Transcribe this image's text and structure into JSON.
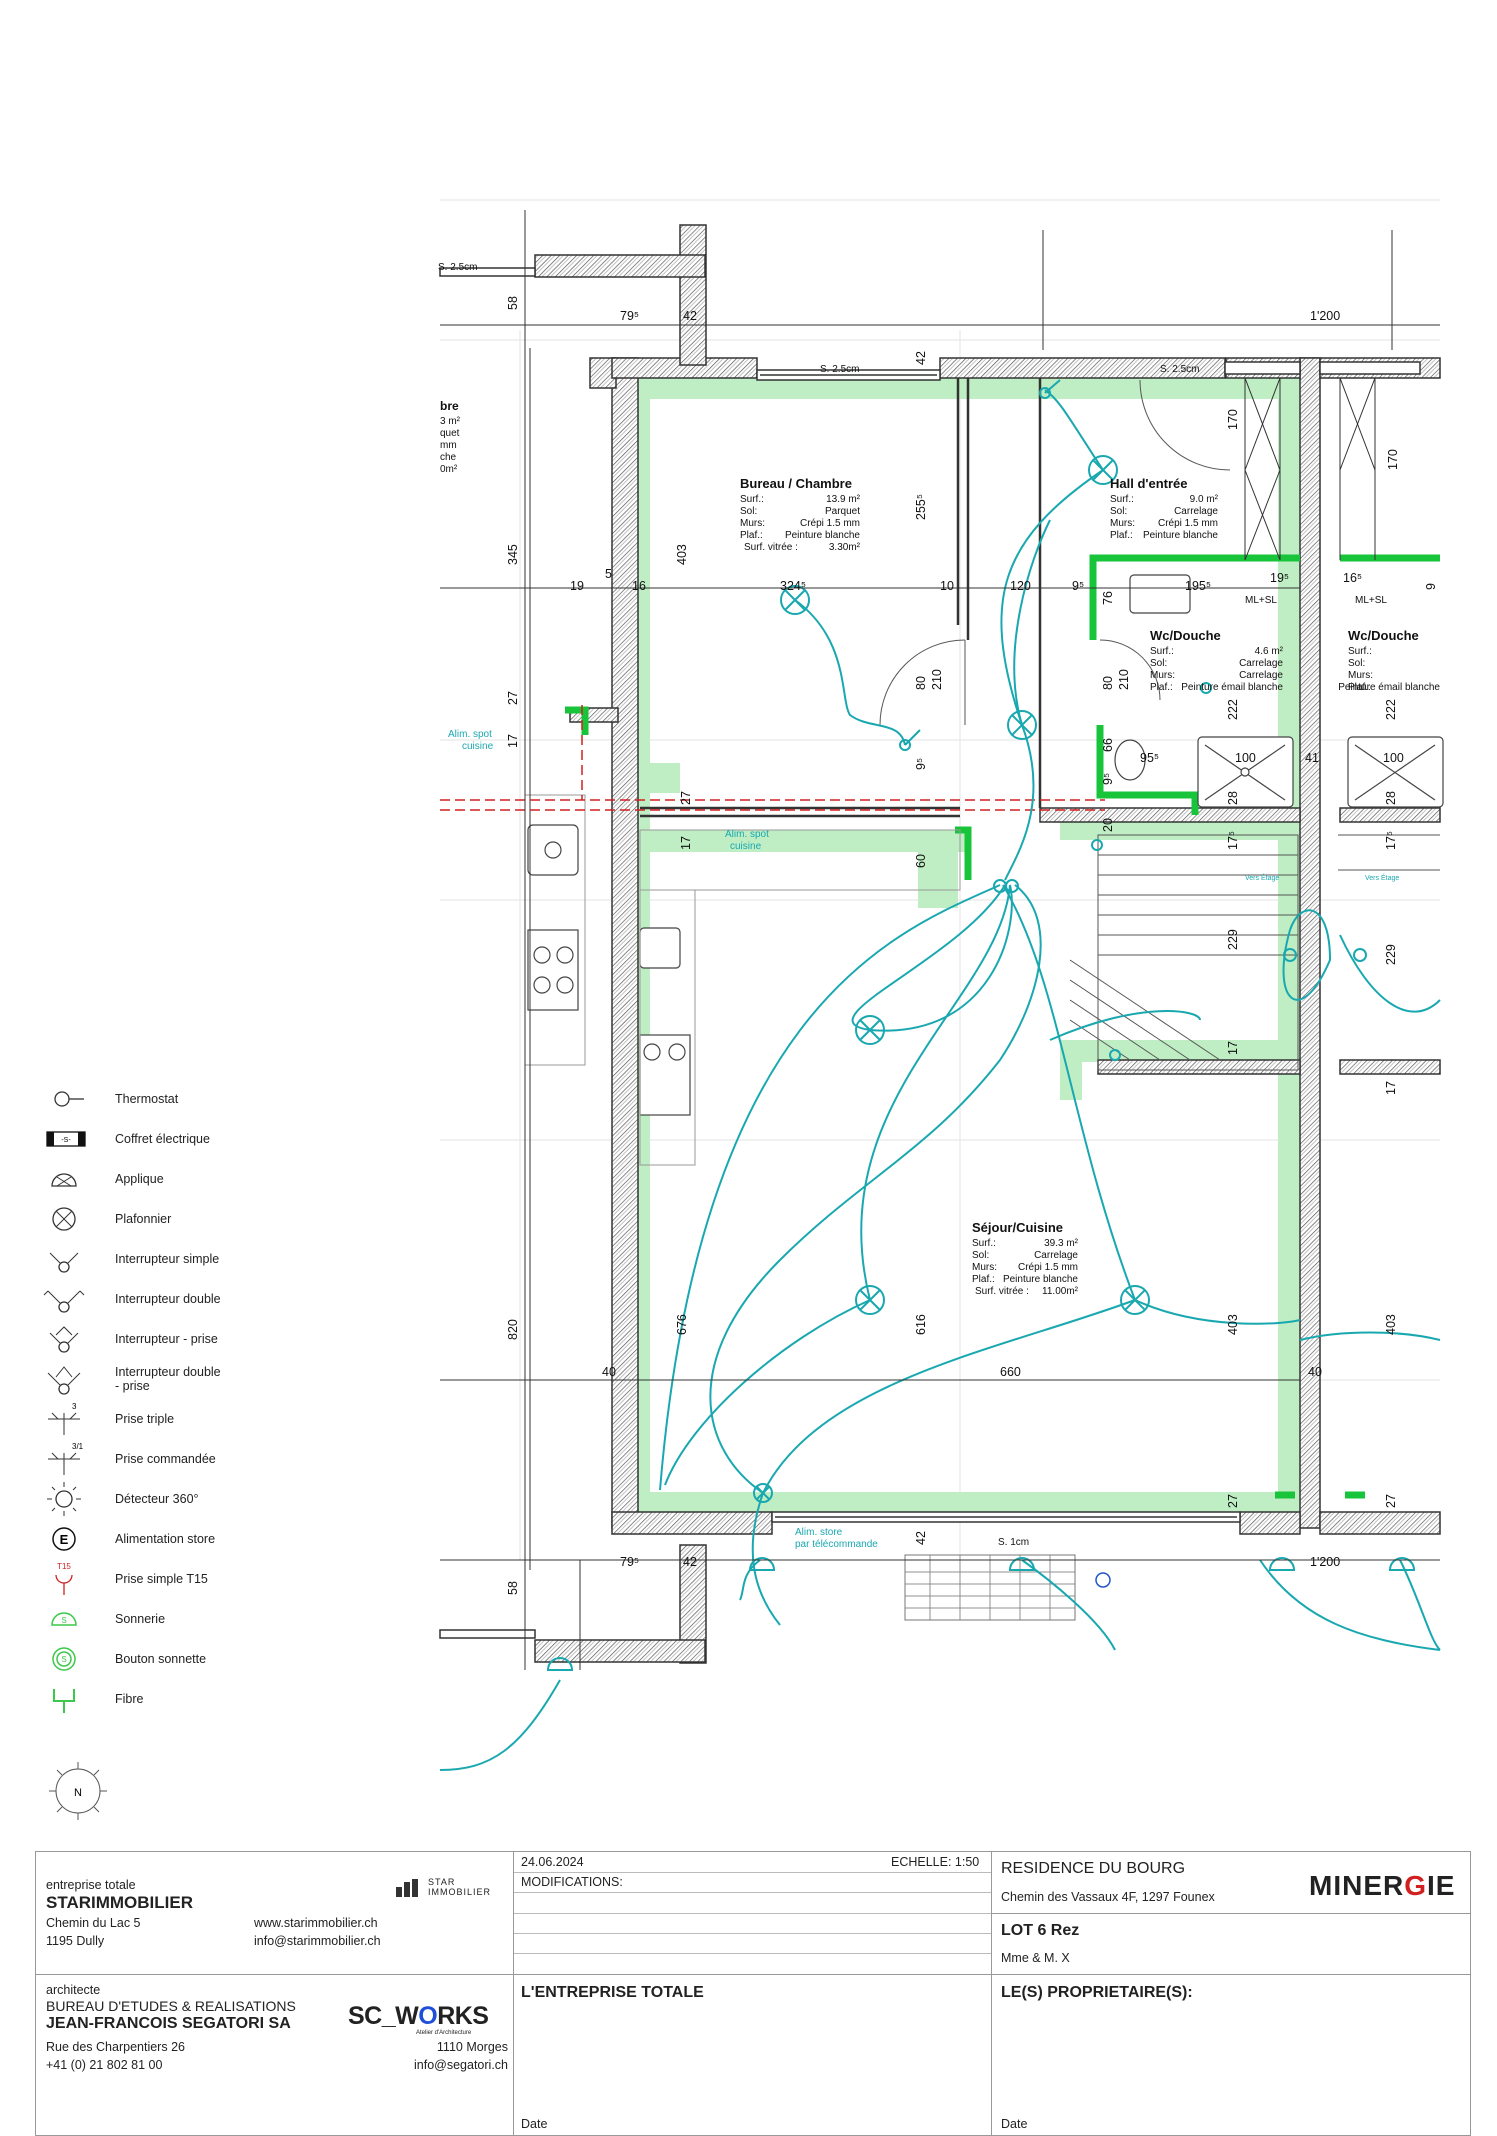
{
  "rooms": {
    "bureau": {
      "name": "Bureau / Chambre",
      "lines": [
        [
          "Surf.:",
          "13.9 m²"
        ],
        [
          "Sol:",
          "Parquet"
        ],
        [
          "Murs:",
          "Crépi 1.5 mm"
        ],
        [
          "Plaf.:",
          "Peinture blanche"
        ],
        [
          "Surf. vitrée :",
          "3.30m²"
        ]
      ]
    },
    "hall": {
      "name": "Hall d'entrée",
      "lines": [
        [
          "Surf.:",
          "9.0 m²"
        ],
        [
          "Sol:",
          "Carrelage"
        ],
        [
          "Murs:",
          "Crépi 1.5 mm"
        ],
        [
          "Plaf.:",
          "Peinture blanche"
        ]
      ]
    },
    "wc": {
      "name": "Wc/Douche",
      "lines": [
        [
          "Surf.:",
          "4.6 m²"
        ],
        [
          "Sol:",
          "Carrelage"
        ],
        [
          "Murs:",
          "Carrelage"
        ],
        [
          "Plaf.:",
          "Peinture émail blanche"
        ]
      ]
    },
    "wc2": {
      "name": "Wc/Douche",
      "lines": [
        [
          "Surf.:",
          ""
        ],
        [
          "Sol:",
          ""
        ],
        [
          "Murs:",
          ""
        ],
        [
          "Plaf.:",
          "Peinture émail blanche"
        ]
      ]
    },
    "sejour": {
      "name": "Séjour/Cuisine",
      "lines": [
        [
          "Surf.:",
          "39.3 m²"
        ],
        [
          "Sol:",
          "Carrelage"
        ],
        [
          "Murs:",
          "Crépi 1.5 mm"
        ],
        [
          "Plaf.:",
          "Peinture blanche"
        ],
        [
          "Surf. vitrée :",
          "11.00m²"
        ]
      ]
    },
    "cut": {
      "name": "bre",
      "lines": [
        "3 m²",
        "quet",
        "mm",
        "che",
        "0m²"
      ]
    }
  },
  "dims": [
    "58",
    "79⁵",
    "42",
    "1'200",
    "S. 2.5cm",
    "S. 2.5cm",
    "S. 2.5cm",
    "42",
    "170",
    "170",
    "345",
    "19",
    "5",
    "16",
    "403",
    "255⁵",
    "324⁵",
    "10",
    "120",
    "9⁵",
    "76",
    "195⁵",
    "19⁵",
    "16⁵",
    "9",
    "ML+SL",
    "ML+SL",
    "27",
    "17",
    "80",
    "210",
    "80",
    "210",
    "222",
    "222",
    "66",
    "95⁵",
    "100",
    "100",
    "9⁵",
    "9⁵",
    "41",
    "28",
    "28",
    "27",
    "17",
    "20",
    "17⁵",
    "17⁵",
    "60",
    "229",
    "229",
    "17",
    "17",
    "820",
    "676",
    "616",
    "403",
    "403",
    "660",
    "40",
    "40",
    "27",
    "27",
    "79⁵",
    "42",
    "1'200",
    "S. 1cm",
    "58",
    "42"
  ],
  "annotations": {
    "alim_spot_1": "Alim. spot",
    "cuisine_1": "cuisine",
    "alim_spot_2": "Alim. spot",
    "cuisine_2": "cuisine",
    "alim_store": "Alim. store",
    "par_tele": "par télécommande",
    "vers_etage_1": "Vers Étage",
    "vers_etage_2": "Vers Étage"
  },
  "legend": [
    {
      "icon": "thermostat-icon",
      "label": "Thermostat"
    },
    {
      "icon": "electrical-box-icon",
      "label": "Coffret électrique"
    },
    {
      "icon": "wall-light-icon",
      "label": "Applique"
    },
    {
      "icon": "ceiling-light-icon",
      "label": "Plafonnier"
    },
    {
      "icon": "single-switch-icon",
      "label": "Interrupteur simple"
    },
    {
      "icon": "double-switch-icon",
      "label": "Interrupteur double"
    },
    {
      "icon": "switch-socket-icon",
      "label": "Interrupteur - prise"
    },
    {
      "icon": "double-switch-socket-icon",
      "label": "Interrupteur double\n- prise"
    },
    {
      "icon": "triple-socket-icon",
      "label": "Prise triple"
    },
    {
      "icon": "controlled-socket-icon",
      "label": "Prise commandée"
    },
    {
      "icon": "detector-360-icon",
      "label": "Détecteur 360°"
    },
    {
      "icon": "store-supply-icon",
      "label": "Alimentation store"
    },
    {
      "icon": "t15-socket-icon",
      "label": "Prise simple T15"
    },
    {
      "icon": "bell-icon",
      "label": "Sonnerie"
    },
    {
      "icon": "doorbell-button-icon",
      "label": "Bouton sonnette"
    },
    {
      "icon": "fiber-icon",
      "label": "Fibre"
    }
  ],
  "legend_marks": {
    "triple": "3",
    "controlled": "3/1",
    "store": "E",
    "t15": "T15",
    "bell": "S"
  },
  "titleblock": {
    "company_role": "entreprise totale",
    "company_name": "STARIMMOBILIER",
    "company_addr1": "Chemin du Lac 5",
    "company_addr2": "1195  Dully",
    "company_web": "www.starimmobilier.ch",
    "company_mail": "info@starimmobilier.ch",
    "star_logo1": "STAR",
    "star_logo2": "IMMOBILIER",
    "architect_role": "architecte",
    "architect_l1": "BUREAU D'ETUDES & REALISATIONS",
    "architect_l2": "JEAN-FRANCOIS SEGATORI SA",
    "architect_addr": "Rue des Charpentiers 26",
    "architect_tel": "+41 (0) 21 802 81 00",
    "architect_city": "1110 Morges",
    "architect_mail": "info@segatori.ch",
    "sc_logo_a": "SC_W",
    "sc_logo_o": "O",
    "sc_logo_b": "RKS",
    "sc_sub": "Atelier d'Architecture",
    "date": "24.06.2024",
    "echelle": "ECHELLE: 1:50",
    "modifications": "MODIFICATIONS:",
    "entreprise_totale": "L'ENTREPRISE TOTALE",
    "date_label_1": "Date",
    "project": "RESIDENCE DU BOURG",
    "project_addr": "Chemin des Vassaux 4F, 1297 Founex",
    "lot": "LOT 6 Rez",
    "owner": "Mme & M. X",
    "proprietaires": "LE(S) PROPRIETAIRE(S):",
    "date_label_2": "Date",
    "minergie_a": "MINER",
    "minergie_g": "G",
    "minergie_b": "IE"
  },
  "compass": "N",
  "colors": {
    "cyan": "#1aa8b0",
    "green": "#3cc84a",
    "lightgreen": "#bfeec4",
    "red": "#d02020"
  }
}
